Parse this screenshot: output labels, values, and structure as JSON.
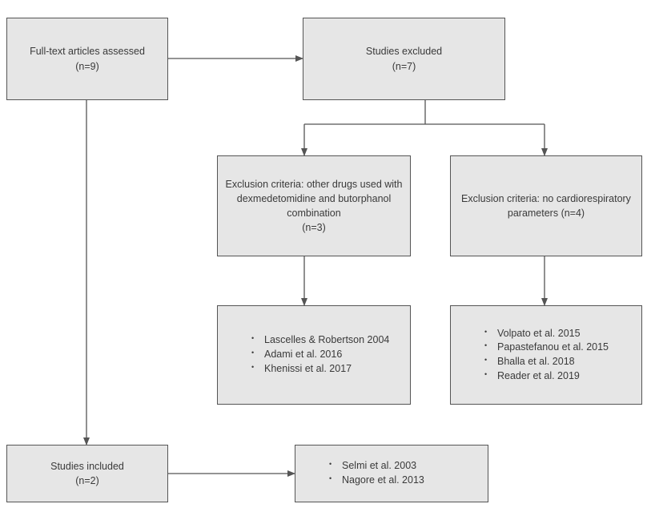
{
  "boxes": {
    "assessed": {
      "lines": [
        "Full-text articles assessed",
        "(n=9)"
      ]
    },
    "excluded": {
      "lines": [
        "Studies excluded",
        "(n=7)"
      ]
    },
    "crit_other_drugs": {
      "lines": [
        "Exclusion criteria: other drugs used with",
        "dexmedetomidine and butorphanol",
        "combination",
        "(n=3)"
      ]
    },
    "crit_no_cardio": {
      "lines": [
        "Exclusion criteria: no cardiorespiratory",
        "parameters (n=4)"
      ]
    },
    "list_other_drugs": {
      "items": [
        "Lascelles & Robertson 2004",
        "Adami et al. 2016",
        "Khenissi et al. 2017"
      ]
    },
    "list_no_cardio": {
      "items": [
        "Volpato et al. 2015",
        "Papastefanou et al. 2015",
        "Bhalla et al. 2018",
        "Reader et al. 2019"
      ]
    },
    "included": {
      "lines": [
        "Studies included",
        "(n=2)"
      ]
    },
    "list_included": {
      "items": [
        "Selmi et al. 2003",
        "Nagore et al. 2013"
      ]
    }
  }
}
